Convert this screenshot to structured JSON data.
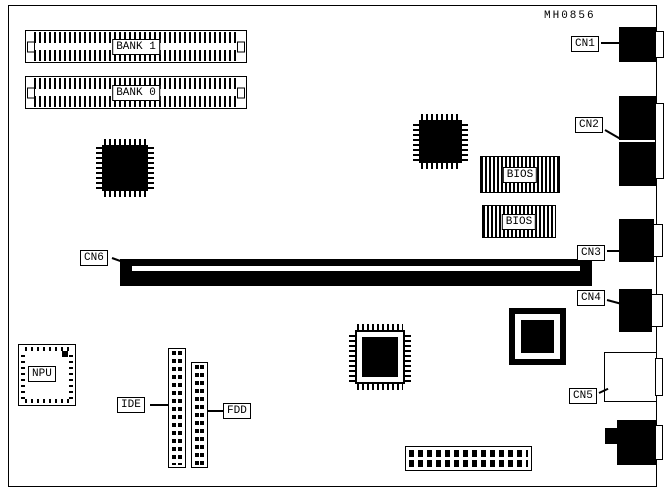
{
  "part_number": "MH0856",
  "memory": {
    "bank1_label": "BANK 1",
    "bank0_label": "BANK 0"
  },
  "chips": {
    "bios1_label": "BIOS",
    "bios2_label": "BIOS",
    "npu_label": "NPU"
  },
  "connectors": {
    "cn1_label": "CN1",
    "cn2_label": "CN2",
    "cn3_label": "CN3",
    "cn4_label": "CN4",
    "cn5_label": "CN5",
    "cn6_label": "CN6",
    "ide_label": "IDE",
    "fdd_label": "FDD"
  }
}
